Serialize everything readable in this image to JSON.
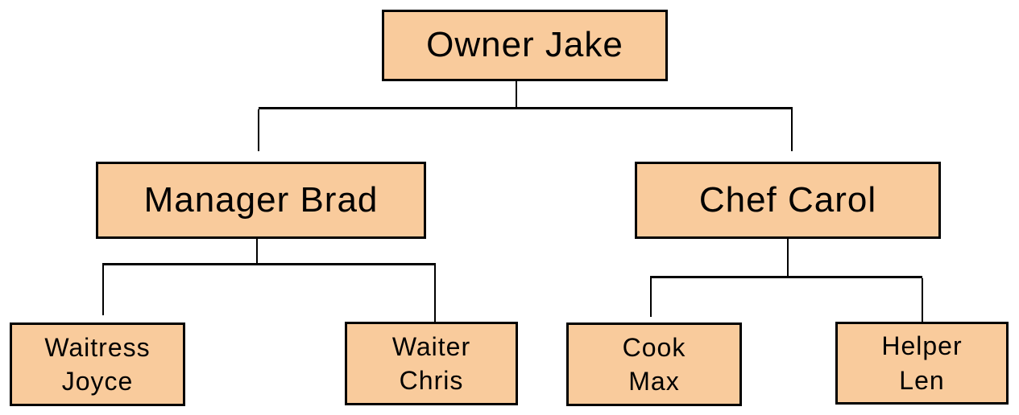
{
  "diagram": {
    "type": "org-chart",
    "background": "#ffffff",
    "box_fill": "#f9cb9c",
    "box_border": "#000000",
    "line_color": "#000000",
    "text_color": "#000000",
    "nodes": {
      "owner": {
        "label": "Owner Jake",
        "role": "Owner",
        "name": "Jake",
        "level": 1
      },
      "manager": {
        "label": "Manager Brad",
        "role": "Manager",
        "name": "Brad",
        "level": 2
      },
      "chef": {
        "label": "Chef Carol",
        "role": "Chef",
        "name": "Carol",
        "level": 2
      },
      "waitress": {
        "label": "Waitress\nJoyce",
        "role": "Waitress",
        "name": "Joyce",
        "level": 3
      },
      "waiter": {
        "label": "Waiter\nChris",
        "role": "Waiter",
        "name": "Chris",
        "level": 3
      },
      "cook": {
        "label": "Cook\nMax",
        "role": "Cook",
        "name": "Max",
        "level": 3
      },
      "helper": {
        "label": "Helper\nLen",
        "role": "Helper",
        "name": "Len",
        "level": 3
      }
    },
    "edges": [
      [
        "owner",
        "manager"
      ],
      [
        "owner",
        "chef"
      ],
      [
        "manager",
        "waitress"
      ],
      [
        "manager",
        "waiter"
      ],
      [
        "chef",
        "cook"
      ],
      [
        "chef",
        "helper"
      ]
    ]
  }
}
